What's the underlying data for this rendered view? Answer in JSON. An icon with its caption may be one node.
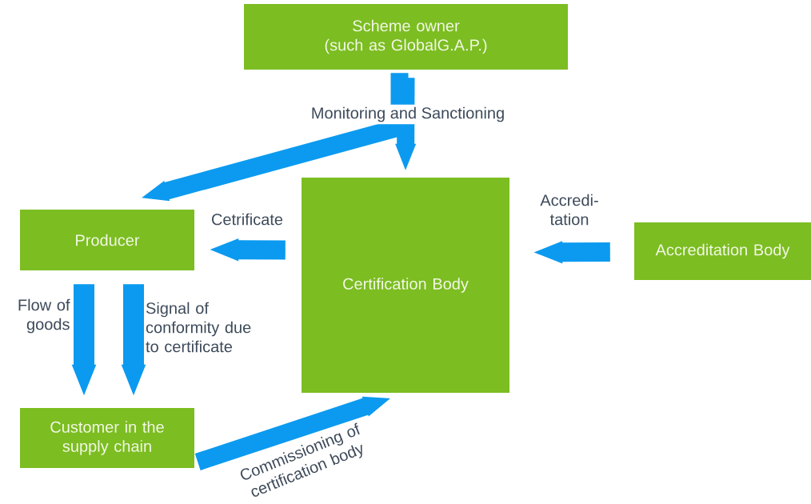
{
  "diagram": {
    "nodes": [
      {
        "text": [
          "Scheme owner",
          "(such as GlobalG.A.P.)"
        ]
      },
      {
        "text": [
          "Producer"
        ]
      },
      {
        "text": [
          "Certification Body"
        ]
      },
      {
        "text": [
          "Accreditation Body"
        ]
      },
      {
        "text": [
          "Customer in the supply chain"
        ]
      }
    ],
    "edges": [
      {
        "from": 0,
        "to": 2,
        "arrow": "to",
        "label": "Monitoring and Sanctioning"
      },
      {
        "from": 0,
        "to": 1,
        "arrow": "to"
      },
      {
        "from": 2,
        "to": 1,
        "arrow": "to",
        "label": "Cetrificate"
      },
      {
        "from": 3,
        "to": 2,
        "arrow": "to",
        "label": "Accredi- tation"
      },
      {
        "from": 1,
        "to": 4,
        "arrow": "to",
        "label": "Flow of goods"
      },
      {
        "from": 1,
        "to": 4,
        "arrow": "to",
        "label": "Signal of conformity due to certificate"
      },
      {
        "from": 4,
        "to": 2,
        "arrow": "to",
        "label": "Commissioning of certification body"
      }
    ]
  }
}
